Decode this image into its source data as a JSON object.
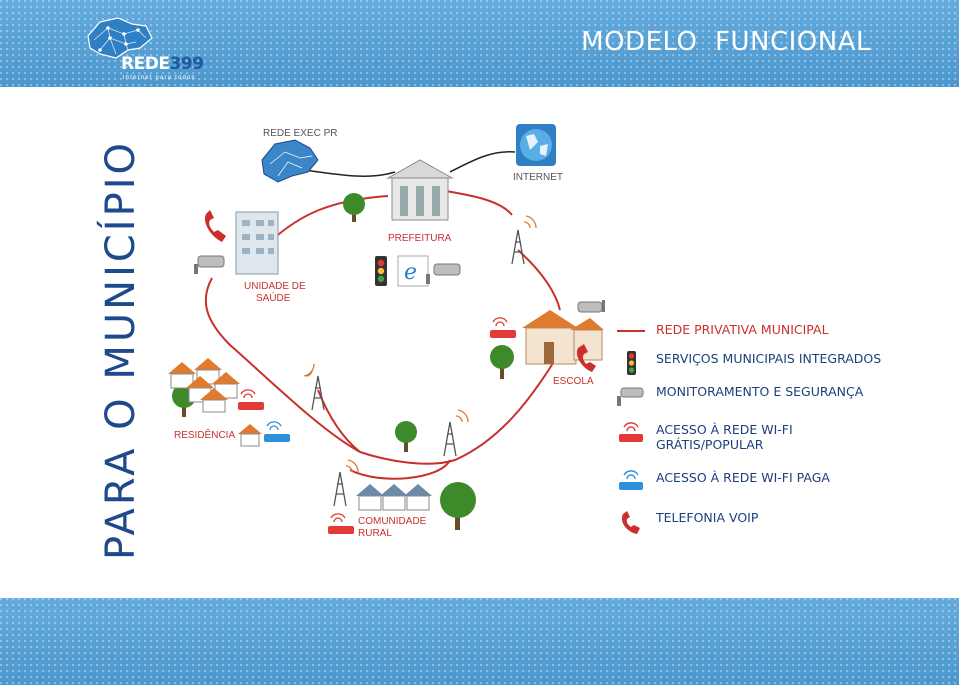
{
  "header": {
    "title": "MODELO  FUNCIONAL",
    "logo": {
      "name": "REDE",
      "number": "399",
      "tagline": "internet para todos"
    }
  },
  "side_title": "PARA O MUNICÍPIO",
  "nodes": {
    "rede_exec": "REDE EXEC PR",
    "internet": "INTERNET",
    "prefeitura": "PREFEITURA",
    "unidade_saude_line1": "UNIDADE DE",
    "unidade_saude_line2": "SAÚDE",
    "escola": "ESCOLA",
    "residencia": "RESIDÊNCIA",
    "comunidade_line1": "COMUNIDADE",
    "comunidade_line2": "RURAL"
  },
  "legend": {
    "items": [
      {
        "label": "REDE PRIVATIVA MUNICIPAL",
        "icon": "red-line-icon"
      },
      {
        "label": "SERVIÇOS MUNICIPAIS INTEGRADOS",
        "icon": "traffic-light-icon"
      },
      {
        "label": "MONITORAMENTO E SEGURANÇA",
        "icon": "cctv-camera-icon"
      },
      {
        "label": "ACESSO À REDE WI-FI GRÁTIS/POPULAR",
        "icon": "wifi-router-red-icon"
      },
      {
        "label": "ACESSO À REDE WI-FI PAGA",
        "icon": "wifi-router-blue-icon"
      },
      {
        "label": "TELEFONIA VOIP",
        "icon": "voip-phone-icon"
      }
    ]
  },
  "colors": {
    "band": "#4f9fd8",
    "network_line": "#c9302c",
    "title_blue": "#1d4a8d",
    "legend_text": "#1d3f7a",
    "tree_green": "#3d8a2a"
  }
}
